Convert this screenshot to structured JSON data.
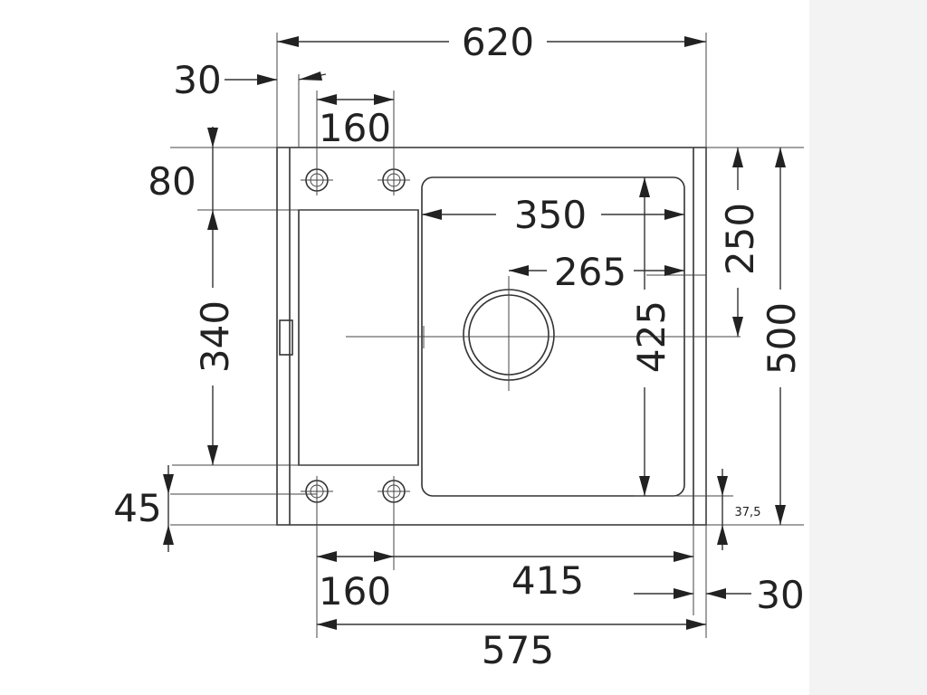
{
  "dimensions": {
    "top_width": "620",
    "left_offset": "30",
    "top_hole_spacing": "160",
    "top_hole_offset": "80",
    "drainer_height": "340",
    "bottom_margin": "45",
    "bottom_hole_spacing": "160",
    "bottom_span": "415",
    "right_offset": "30",
    "bottom_total": "575",
    "bowl_width": "350",
    "drain_offset_x": "265",
    "bowl_depth": "425",
    "drain_offset_y": "250",
    "total_depth": "500",
    "bowl_bottom_gap": "37,5"
  }
}
